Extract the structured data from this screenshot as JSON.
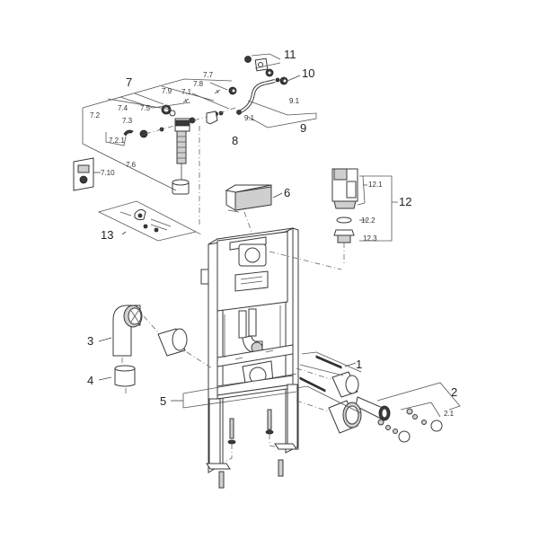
{
  "diagram": {
    "type": "exploded-parts-view",
    "subject": "concealed WC installation frame with flush cistern",
    "colors": {
      "line": "#3a3a3a",
      "background": "#ffffff",
      "dark_part": "#3a3a3a"
    }
  },
  "labels": {
    "l1": "1",
    "l2": "2",
    "l2_1": "2.1",
    "l3": "3",
    "l4": "4",
    "l5": "5",
    "l6": "6",
    "l7": "7",
    "l7_1": "7.1",
    "l7_2": "7.2",
    "l7_2_1": "7.2.1",
    "l7_3": "7.3",
    "l7_4": "7.4",
    "l7_5": "7.5",
    "l7_6": "7.6",
    "l7_7": "7.7",
    "l7_8": "7.8",
    "l7_9": "7.9",
    "l7_10": "7.10",
    "l8": "8",
    "l9": "9",
    "l9_1a": "9.1",
    "l9_1b": "9.1",
    "l10": "10",
    "l11": "11",
    "l12": "12",
    "l12_1": "12.1",
    "l12_2": "12.2",
    "l12_3": "12.3",
    "l13": "13"
  }
}
